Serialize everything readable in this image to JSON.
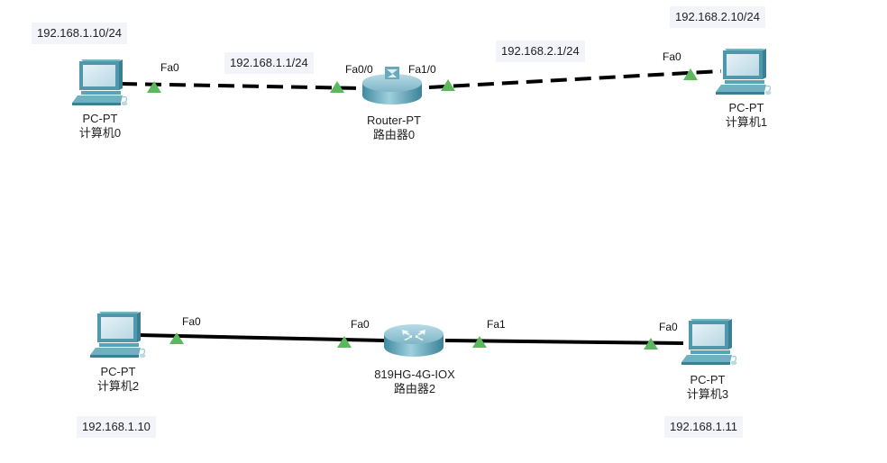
{
  "colors": {
    "background": "#ffffff",
    "note_bg": "#f2f4fa",
    "link": "#000000",
    "port_up": "#5cb85c",
    "device_teal": "#4f97ab"
  },
  "topologies": [
    {
      "devices": {
        "pc0": {
          "model": "PC-PT",
          "name": "计算机0",
          "icon": "pc-icon"
        },
        "router0": {
          "model": "Router-PT",
          "name": "路由器0",
          "icon": "router-icon"
        },
        "pc1": {
          "model": "PC-PT",
          "name": "计算机1",
          "icon": "pc-icon"
        }
      },
      "ports": {
        "pc0_fa0": "Fa0",
        "router0_fa00": "Fa0/0",
        "router0_fa10": "Fa1/0",
        "pc1_fa0": "Fa0"
      },
      "notes": {
        "pc0_ip": "192.168.1.10/24",
        "router0_fa00_ip": "192.168.1.1/24",
        "router0_fa10_ip": "192.168.2.1/24",
        "pc1_ip": "192.168.2.10/24"
      },
      "link_style": "crossover-dashed"
    },
    {
      "devices": {
        "pc2": {
          "model": "PC-PT",
          "name": "计算机2",
          "icon": "pc-icon"
        },
        "router2": {
          "model": "819HG-4G-IOX",
          "name": "路由器2",
          "icon": "router-icon"
        },
        "pc3": {
          "model": "PC-PT",
          "name": "计算机3",
          "icon": "pc-icon"
        }
      },
      "ports": {
        "pc2_fa0": "Fa0",
        "router2_fa0": "Fa0",
        "router2_fa1": "Fa1",
        "pc3_fa0": "Fa0"
      },
      "notes": {
        "pc2_ip": "192.168.1.10",
        "pc3_ip": "192.168.1.11"
      },
      "link_style": "straight-solid"
    }
  ]
}
